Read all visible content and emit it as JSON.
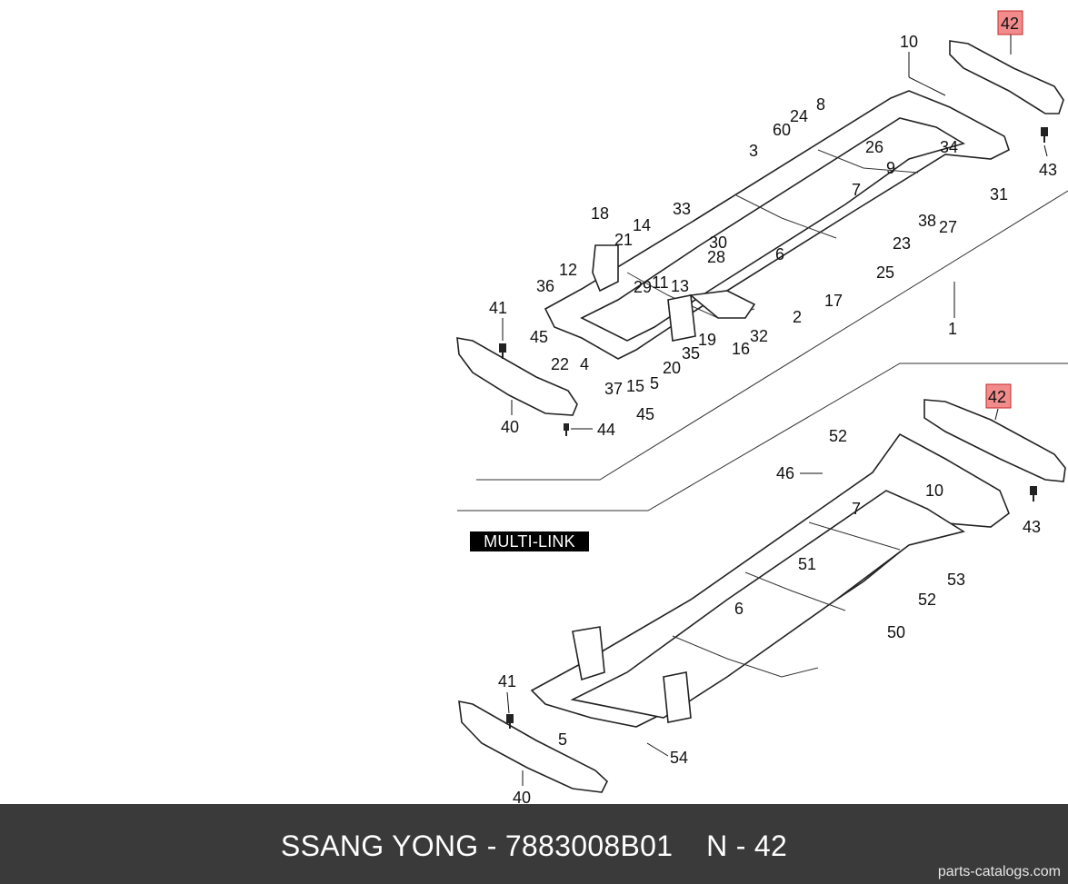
{
  "diagram": {
    "variant_label": "MULTI-LINK",
    "highlight_color": "#f28c8c",
    "upper_callouts": [
      "42",
      "10",
      "8",
      "24",
      "60",
      "3",
      "26",
      "34",
      "9",
      "7",
      "43",
      "31",
      "38",
      "27",
      "23",
      "25",
      "33",
      "30",
      "28",
      "18",
      "14",
      "21",
      "12",
      "36",
      "29",
      "11",
      "13",
      "6",
      "17",
      "2",
      "1",
      "41",
      "45",
      "22",
      "4",
      "37",
      "15",
      "5",
      "20",
      "35",
      "19",
      "16",
      "32",
      "40",
      "44",
      "45"
    ],
    "lower_callouts": [
      "42",
      "52",
      "46",
      "10",
      "7",
      "43",
      "51",
      "53",
      "52",
      "6",
      "50",
      "41",
      "5",
      "54",
      "40"
    ]
  },
  "footer": {
    "title": "SSANG YONG - 7883008B01    N - 42",
    "site": "parts-catalogs.com"
  }
}
